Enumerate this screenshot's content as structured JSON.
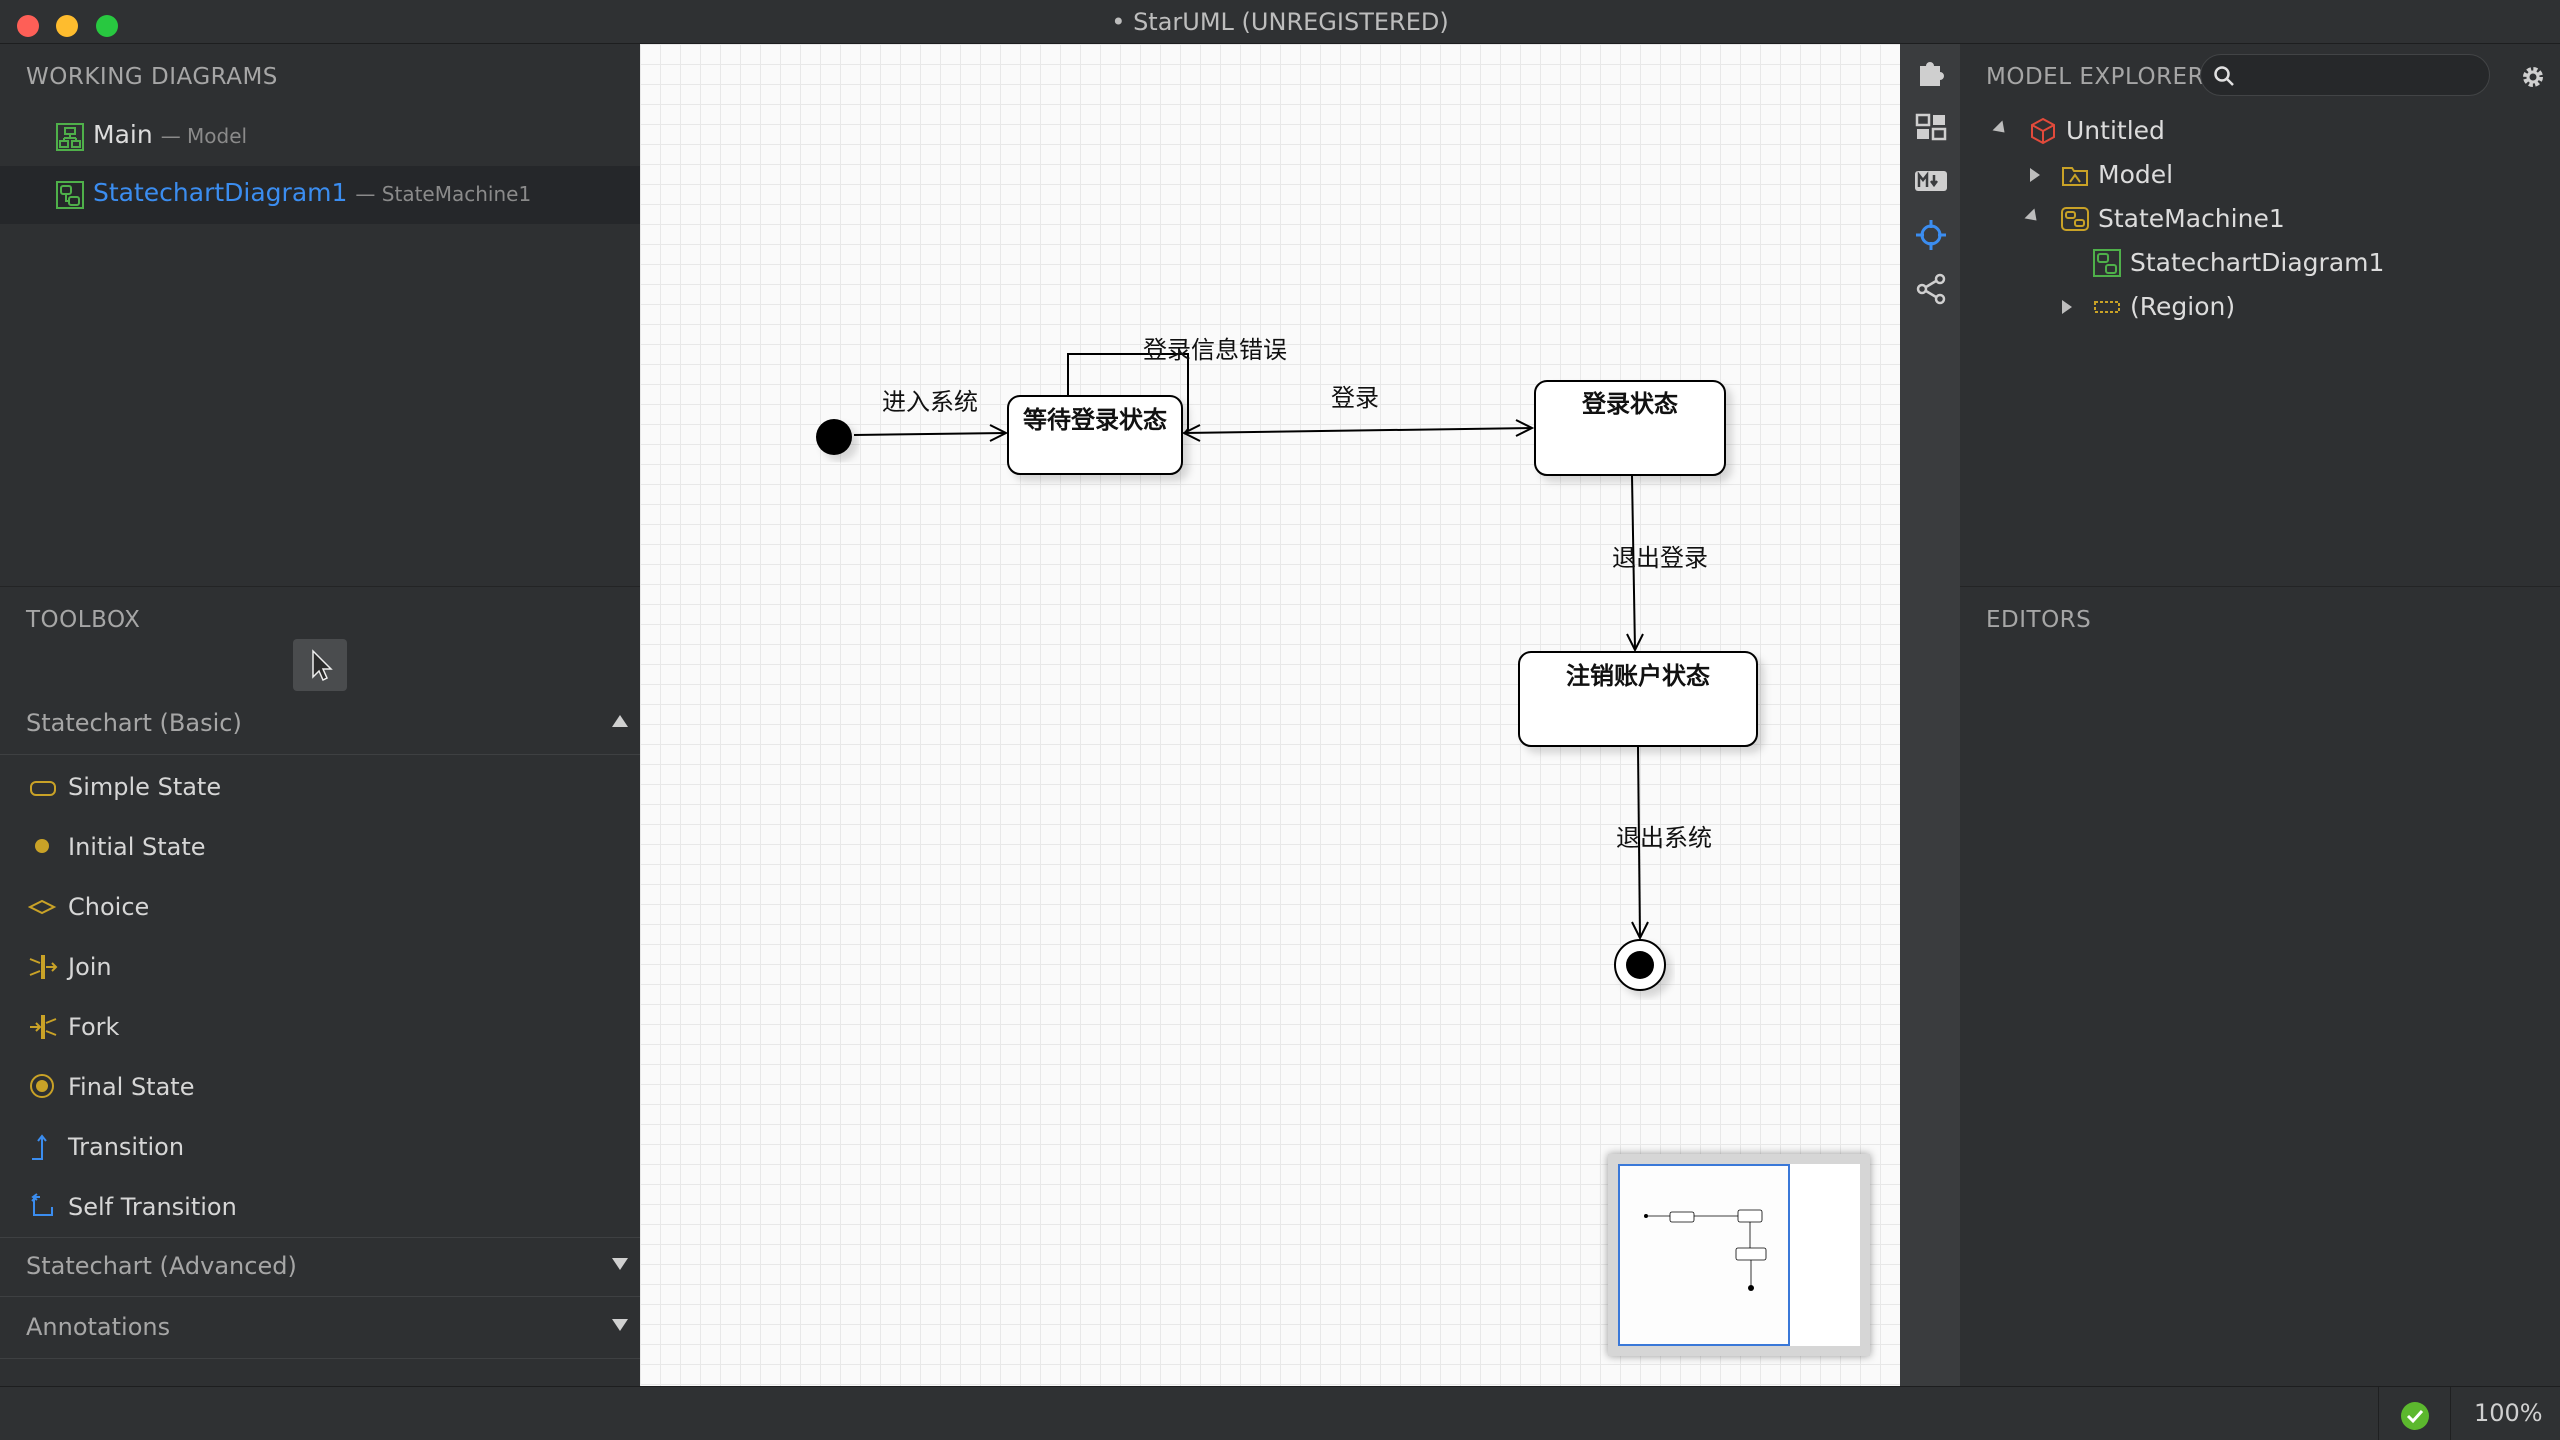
{
  "window": {
    "title": "• StarUML (UNREGISTERED)"
  },
  "working_diagrams": {
    "title": "WORKING DIAGRAMS",
    "items": [
      {
        "name": "Main",
        "sub": "— Model"
      },
      {
        "name": "StatechartDiagram1",
        "sub": "— StateMachine1"
      }
    ]
  },
  "toolbox": {
    "title": "TOOLBOX",
    "section_basic": "Statechart (Basic)",
    "items": [
      "Simple State",
      "Initial State",
      "Choice",
      "Join",
      "Fork",
      "Final State",
      "Transition",
      "Self Transition"
    ],
    "section_advanced": "Statechart (Advanced)",
    "section_annotations": "Annotations"
  },
  "diagram": {
    "states": [
      "等待登录状态",
      "登录状态",
      "注销账户状态"
    ],
    "transitions": [
      "进入系统",
      "登录信息错误",
      "登录",
      "退出登录",
      "退出系统"
    ]
  },
  "model_explorer": {
    "title": "MODEL EXPLORER",
    "search_placeholder": "",
    "tree": [
      "Untitled",
      "Model",
      "StateMachine1",
      "StatechartDiagram1",
      "(Region)"
    ]
  },
  "editors": {
    "title": "EDITORS"
  },
  "status": {
    "zoom": "100%"
  },
  "colors": {
    "accent": "#3b8df0",
    "toolbox_icon": "#c9a227",
    "transition_icon": "#3b8df0",
    "status_ok": "#5cb82e"
  }
}
